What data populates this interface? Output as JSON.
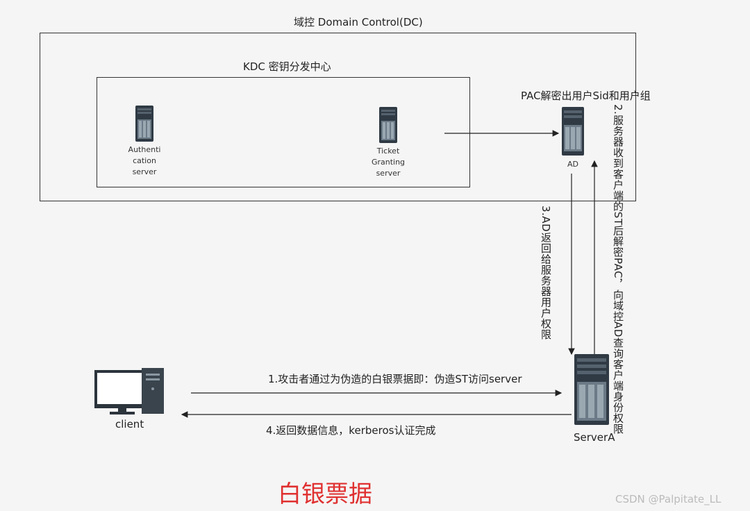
{
  "dc": {
    "title": "域控 Domain Control(DC)"
  },
  "kdc": {
    "title": "KDC  密钥分发中心"
  },
  "nodes": {
    "as": {
      "label": "Authenti\ncation\nserver"
    },
    "tgs": {
      "label": "Ticket\nGranting\nserver"
    },
    "ad": {
      "label": "AD",
      "caption": "PAC解密出用户Sid和用户组"
    },
    "client": {
      "label": "client"
    },
    "server": {
      "label": "ServerA"
    }
  },
  "steps": {
    "s1": "1.攻击者通过为伪造的白银票据即：伪造ST访问server",
    "s2": "2.服务器收到客户端的ST后解密PAC，向域控AD查询客户端身份权限",
    "s3": "3.AD返回给服务器用户权限",
    "s4": "4.返回数据信息，kerberos认证完成"
  },
  "caption": "白银票据",
  "watermark": "CSDN @Palpitate_LL"
}
